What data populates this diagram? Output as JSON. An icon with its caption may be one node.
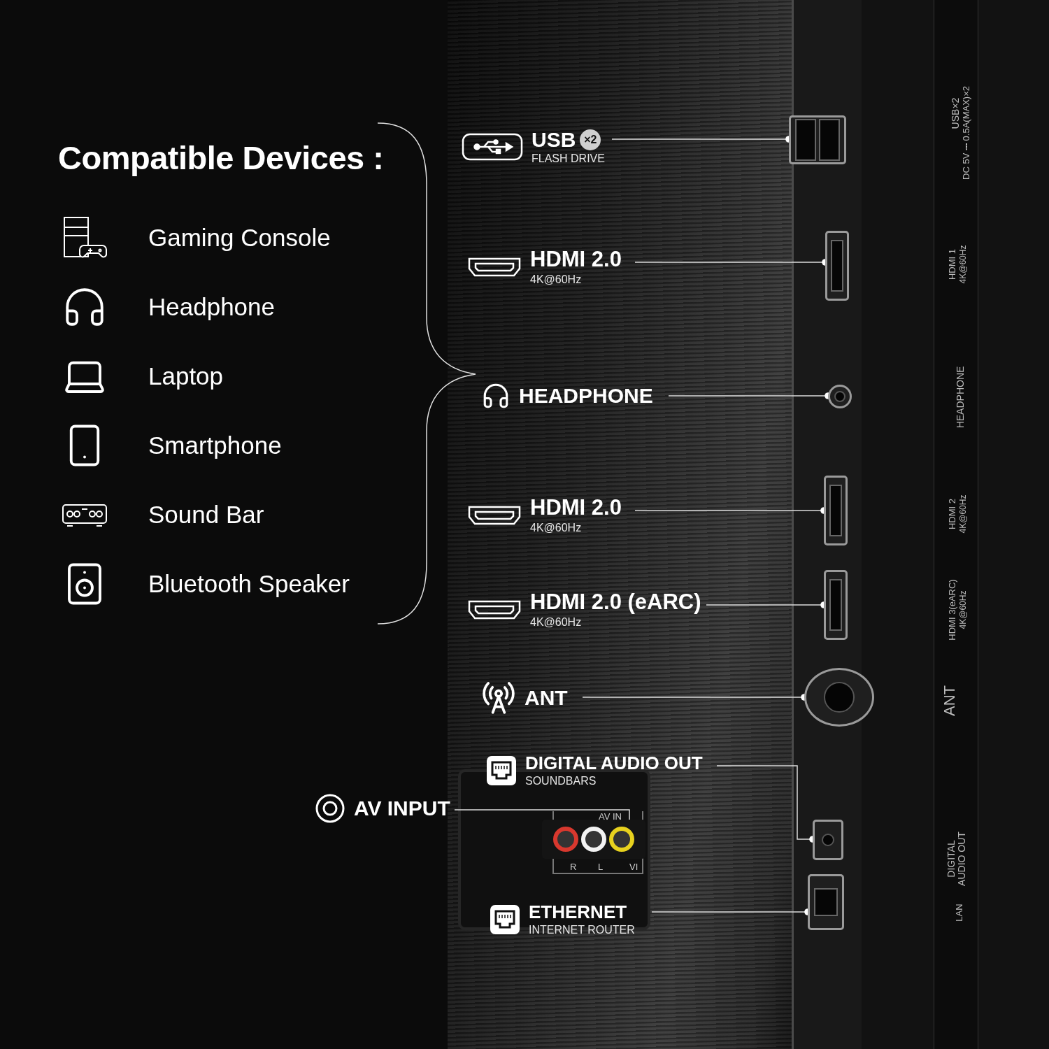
{
  "diagram": {
    "title": "Compatible Devices :",
    "nodes": [
      {
        "text": [
          "USB",
          "×2",
          "FLASH DRIVE"
        ]
      },
      {
        "text": [
          "HDMI 2.0",
          "4K@60Hz"
        ]
      },
      {
        "text": [
          "HEADPHONE"
        ]
      },
      {
        "text": [
          "HDMI 2.0",
          "4K@60Hz"
        ]
      },
      {
        "text": [
          "HDMI 2.0 (eARC)",
          "4K@60Hz"
        ]
      },
      {
        "text": [
          "ANT"
        ]
      },
      {
        "text": [
          "DIGITAL AUDIO OUT",
          "SOUNDBARS"
        ]
      },
      {
        "text": [
          "AV INPUT"
        ]
      },
      {
        "text": [
          "ETHERNET",
          "INTERNET ROUTER"
        ]
      },
      {
        "text": [],
        "shape": "box"
      },
      {
        "text": [],
        "shape": "box"
      },
      {
        "text": [],
        "shape": "circle"
      },
      {
        "text": [],
        "shape": "box"
      },
      {
        "text": [],
        "shape": "box"
      },
      {
        "text": [],
        "shape": "circle"
      },
      {
        "text": [],
        "shape": "box"
      },
      {
        "text": [],
        "shape": "box"
      },
      {
        "text": [],
        "shape": "box"
      }
    ],
    "edges": [
      {
        "from": 0,
        "to": 9,
        "arrow": "other"
      },
      {
        "from": 1,
        "to": 10,
        "arrow": "other"
      },
      {
        "from": 2,
        "to": 11,
        "arrow": "other"
      },
      {
        "from": 3,
        "to": 12,
        "arrow": "other"
      },
      {
        "from": 4,
        "to": 13,
        "arrow": "other"
      },
      {
        "from": 5,
        "to": 14,
        "arrow": "other"
      },
      {
        "from": 6,
        "to": 15,
        "arrow": "other"
      },
      {
        "from": 7,
        "to": 16,
        "arrow": "none"
      },
      {
        "from": 8,
        "to": 17,
        "arrow": "other"
      }
    ],
    "labels": [
      "Gaming Console",
      "Headphone",
      "Laptop",
      "Smartphone",
      "Sound Bar",
      "Bluetooth Speaker",
      "AV IN",
      "R",
      "L",
      "VI",
      "USB×2",
      "DC 5V ⎓ 0.5A(MAX)×2",
      "HDMI 1",
      "4K@60Hz",
      "HEADPHONE",
      "HDMI 2",
      "4K@60Hz",
      "HDMI 3(eARC)",
      "4K@60Hz",
      "ANT",
      "DIGITAL AUDIO OUT",
      "LAN"
    ]
  }
}
